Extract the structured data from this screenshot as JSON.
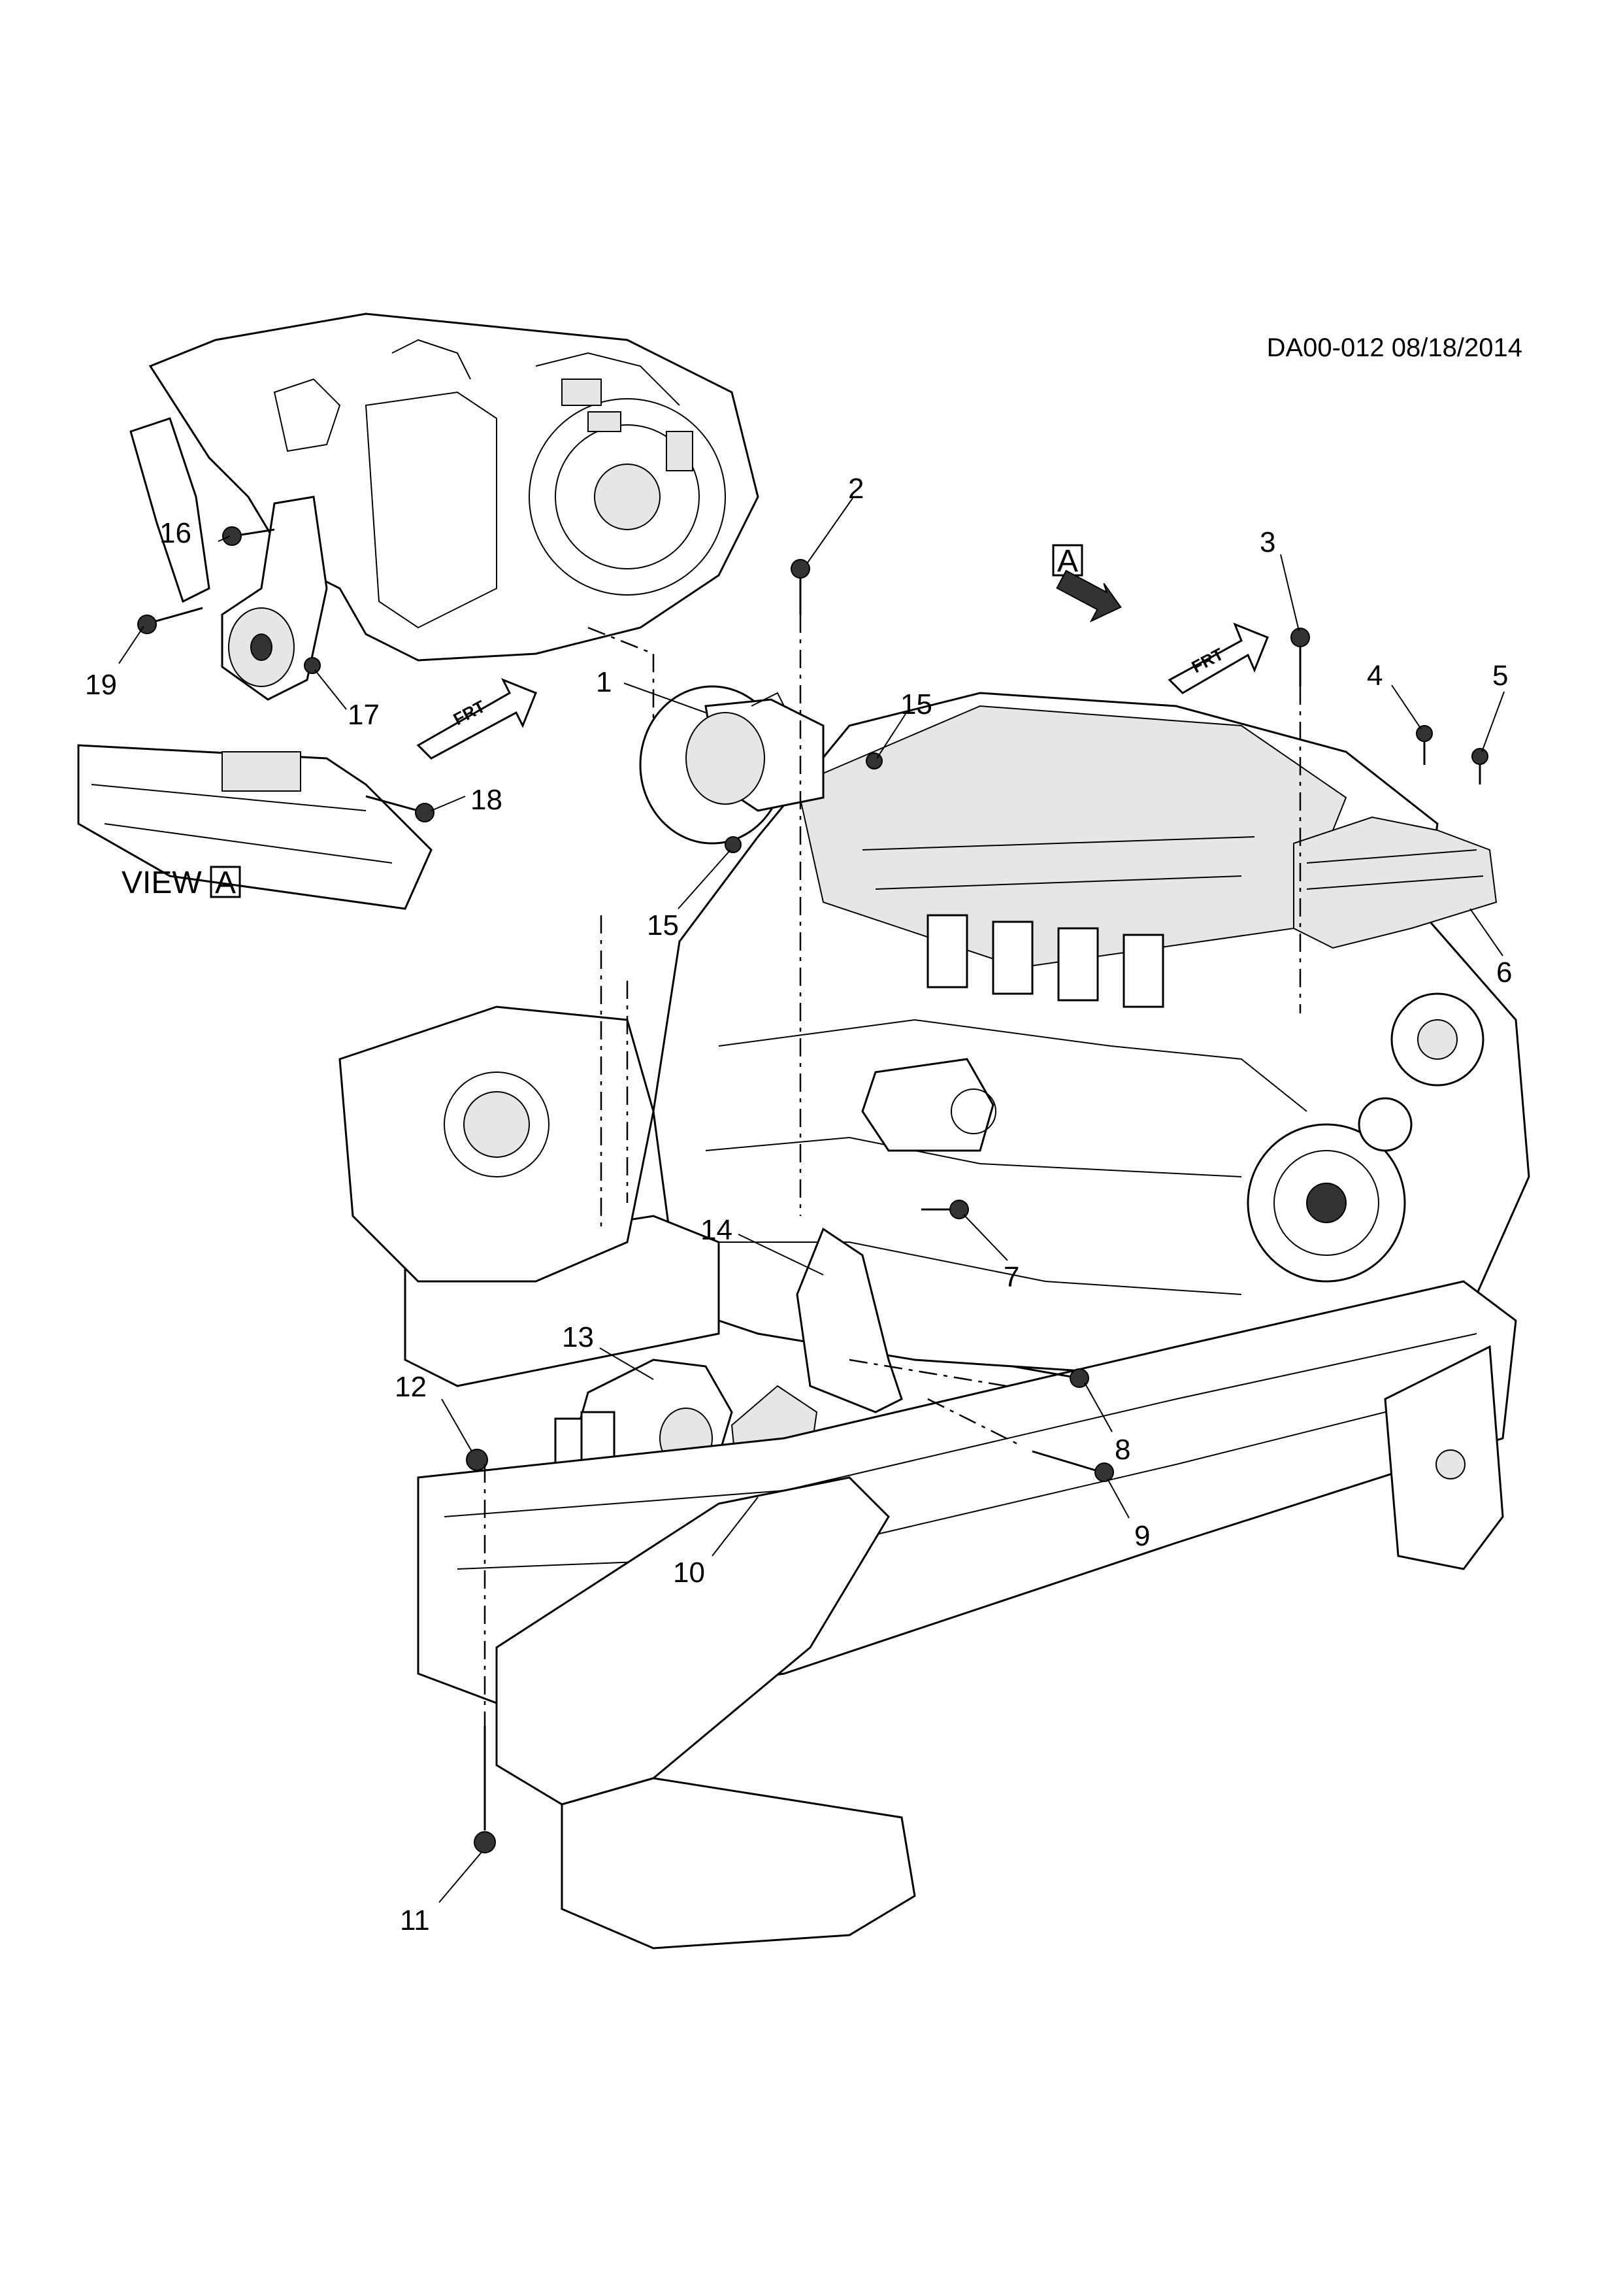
{
  "reference": "DA00-012 08/18/2014",
  "view_label": "VIEW",
  "view_letter": "A",
  "arrow_letter": "A",
  "frt_label": "FRT",
  "callouts": {
    "c1": "1",
    "c2": "2",
    "c3": "3",
    "c4": "4",
    "c5": "5",
    "c6": "6",
    "c7": "7",
    "c8": "8",
    "c9": "9",
    "c10": "10",
    "c11": "11",
    "c12": "12",
    "c13": "13",
    "c14": "14",
    "c15a": "15",
    "c15b": "15",
    "c16": "16",
    "c17": "17",
    "c18": "18",
    "c19": "19"
  }
}
